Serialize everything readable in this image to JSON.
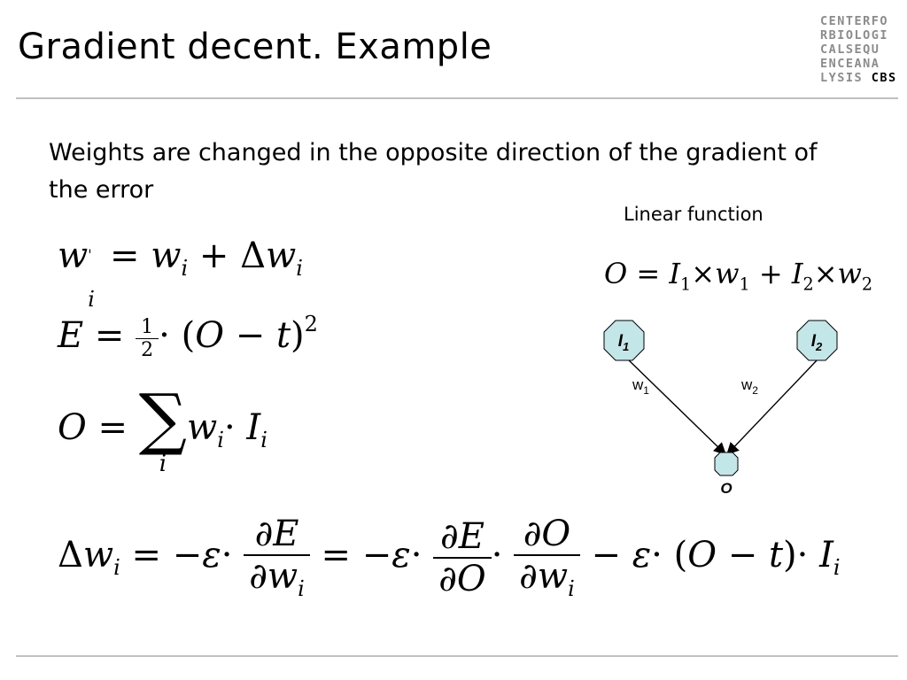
{
  "slide": {
    "title": "Gradient decent. Example",
    "bullet": "Weights are changed in the opposite direction of the gradient of the error",
    "linear_label": "Linear function"
  },
  "logo": {
    "lines": [
      "CENTERFO",
      "RBIOLOGI",
      "CALSEQU",
      "ENCEANA",
      "LYSIS"
    ],
    "brand": "CBS"
  },
  "diagram": {
    "nodes": {
      "input1": "I1",
      "input2": "I2",
      "output": "O"
    },
    "edges": {
      "w1": "w1",
      "w2": "w2"
    },
    "node_fill": "#c3e6e8"
  },
  "equations": {
    "weight_update": "w'_i = w_i + Δw_i",
    "error": "E = 1/2 · (O − t)^2",
    "output": "O = Σ_i w_i · I_i",
    "linear": "O = I_1 × w_1 + I_2 × w_2",
    "gradient": "Δw_i = −ε · ∂E/∂w_i = −ε · ∂E/∂O · ∂O/∂w_i − ε · (O − t) · I_i"
  }
}
